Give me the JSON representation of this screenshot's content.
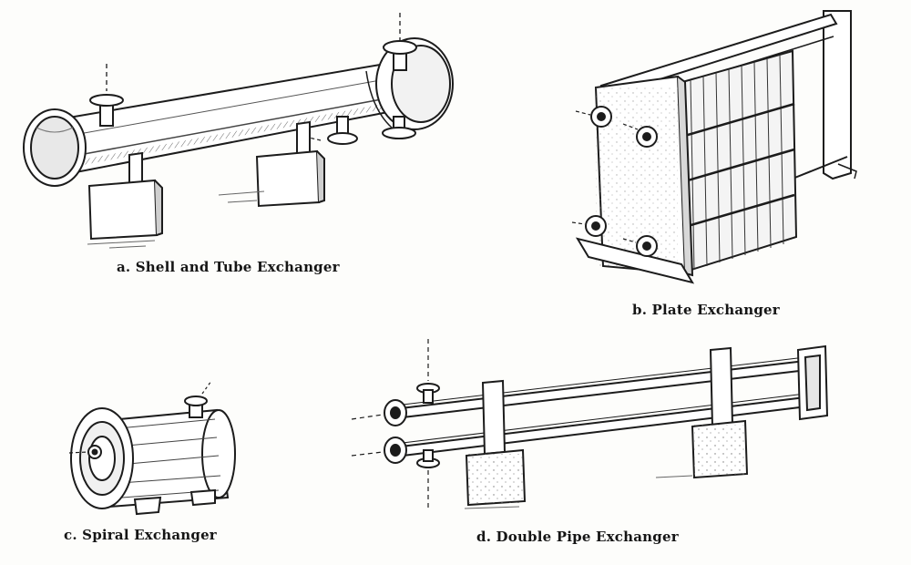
{
  "figure": {
    "captions": {
      "a": "a. Shell and Tube Exchanger",
      "b": "b. Plate Exchanger",
      "c": "c. Spiral Exchanger",
      "d": "d. Double Pipe Exchanger"
    }
  },
  "colors": {
    "ink": "#1c1c1c",
    "paper": "#fdfdfb",
    "shade": "#9a9a9a"
  }
}
